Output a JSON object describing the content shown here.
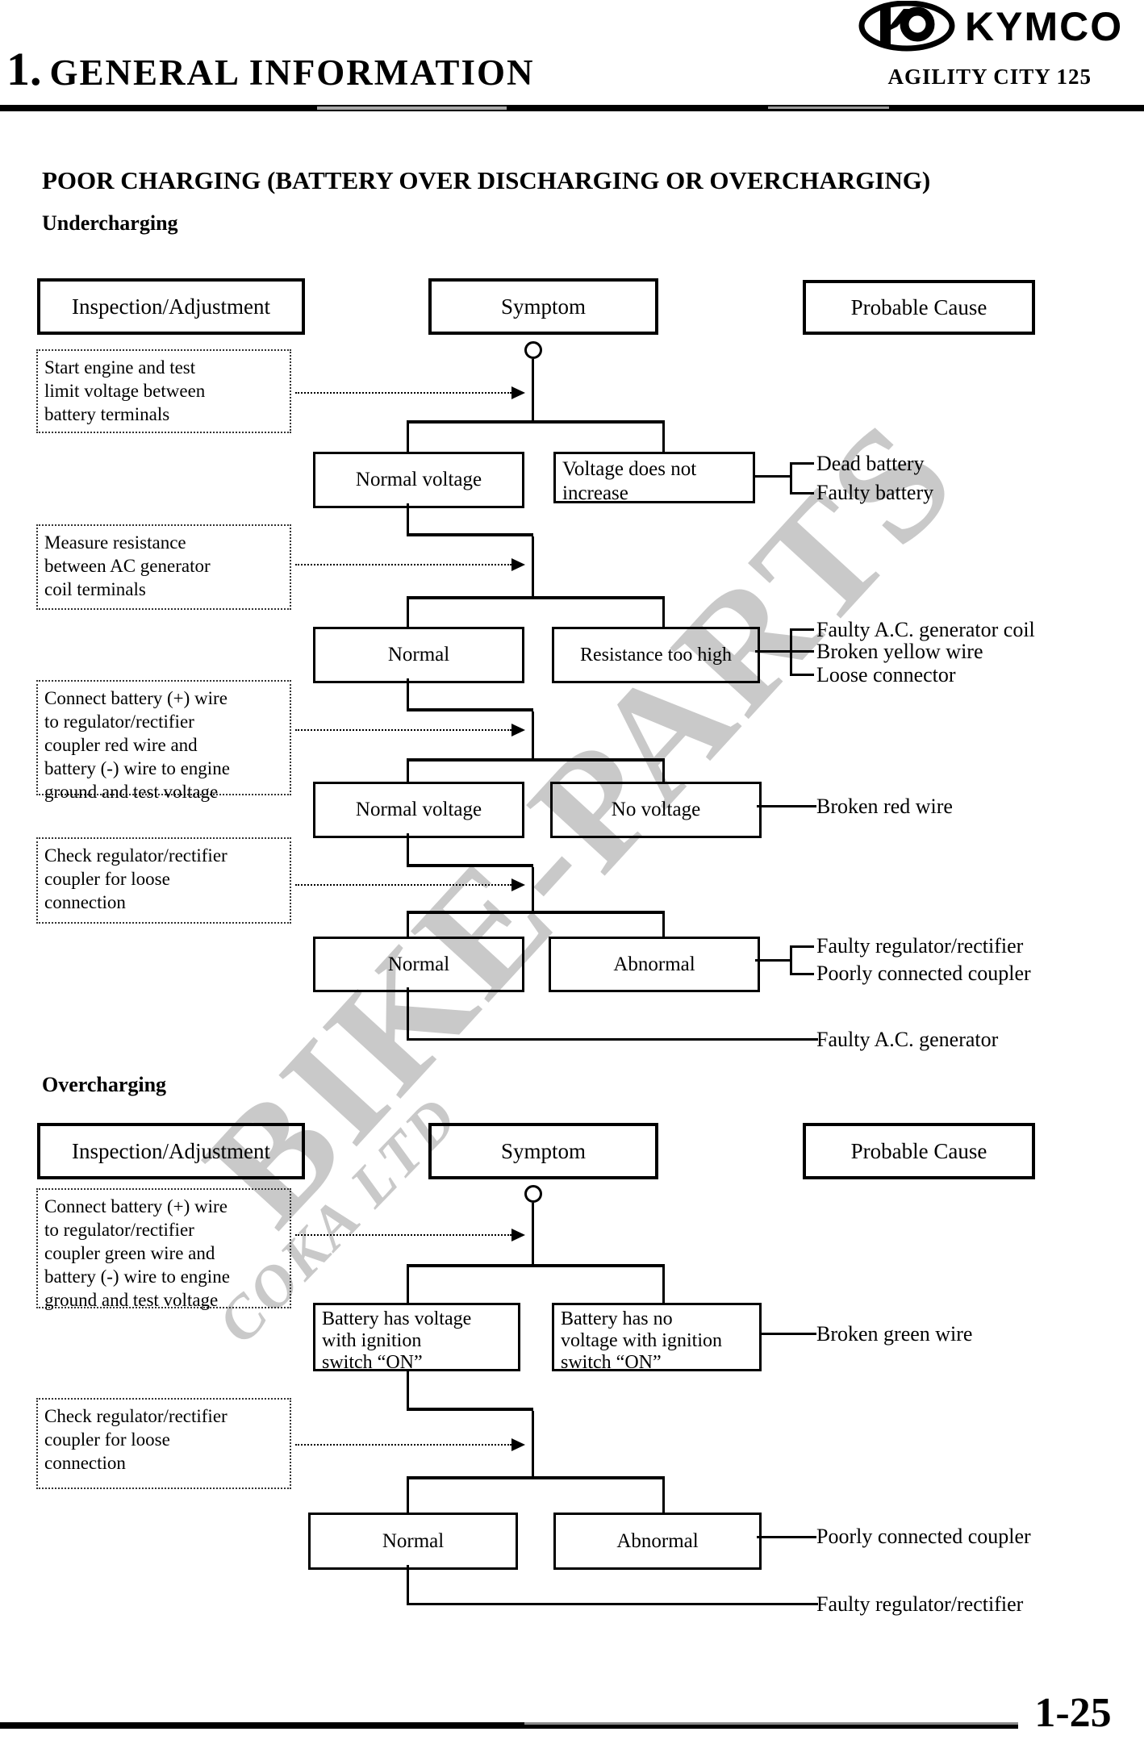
{
  "header": {
    "brand": "KYMCO",
    "chapter_number": "1.",
    "chapter_title": "GENERAL INFORMATION",
    "model": "AGILITY CITY 125"
  },
  "page": {
    "section_title": "POOR CHARGING (BATTERY OVER DISCHARGING OR OVERCHARGING)",
    "page_number": "1-25"
  },
  "watermark": {
    "main": "BIKE-PARTS",
    "sub": "COKA LTD"
  },
  "columns": {
    "inspection": "Inspection/Adjustment",
    "symptom": "Symptom",
    "probable_cause": "Probable Cause"
  },
  "undercharging": {
    "heading": "Undercharging",
    "steps": [
      "Start engine and test\nlimit voltage between\nbattery terminals",
      "Measure resistance\nbetween AC generator\ncoil terminals",
      "Connect battery (+) wire\nto regulator/rectifier\ncoupler red wire and\nbattery (-) wire to engine\nground and test voltage",
      "Check regulator/rectifier\ncoupler for loose\nconnection"
    ],
    "rows": [
      {
        "ok": "Normal voltage",
        "fail": "Voltage does not\nincrease",
        "causes": [
          "Dead battery",
          "Faulty battery"
        ]
      },
      {
        "ok": "Normal",
        "fail": "Resistance too high",
        "causes": [
          "Faulty A.C. generator coil",
          "Broken yellow wire",
          "Loose connector"
        ]
      },
      {
        "ok": "Normal voltage",
        "fail": "No voltage",
        "causes": [
          "Broken red wire"
        ]
      },
      {
        "ok": "Normal",
        "fail": "Abnormal",
        "causes": [
          "Faulty regulator/rectifier",
          "Poorly connected coupler"
        ]
      }
    ],
    "final_cause": "Faulty A.C. generator"
  },
  "overcharging": {
    "heading": "Overcharging",
    "steps": [
      "Connect battery (+) wire\nto regulator/rectifier\ncoupler green wire and\nbattery (-) wire to engine\nground and test voltage",
      "Check regulator/rectifier\ncoupler for loose\nconnection"
    ],
    "rows": [
      {
        "ok": "Battery has voltage\nwith ignition\nswitch “ON”",
        "fail": "Battery has no\nvoltage with ignition\nswitch “ON”",
        "causes": [
          "Broken green wire"
        ]
      },
      {
        "ok": "Normal",
        "fail": "Abnormal",
        "causes": [
          "Poorly connected coupler"
        ]
      }
    ],
    "final_cause": "Faulty regulator/rectifier"
  }
}
